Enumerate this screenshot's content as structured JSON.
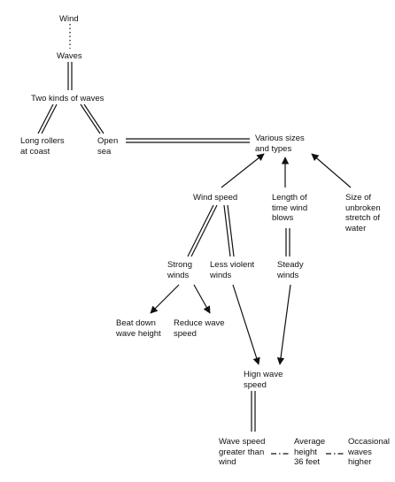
{
  "nodes": {
    "wind": "Wind",
    "waves": "Waves",
    "two_kinds": "Two kinds of waves",
    "long_rollers": "Long rollers\nat coast",
    "open_sea": "Open\nsea",
    "various_sizes": "Various sizes\nand types",
    "wind_speed": "Wind speed",
    "length_of_time": "Length of\ntime wind\nblows",
    "size_of_stretch": "Size of\nunbroken\nstretch of\nwater",
    "strong_winds": "Strong\nwinds",
    "less_violent": "Less violent\nwinds",
    "steady_winds": "Steady\nwinds",
    "beat_down": "Beat down\nwave height",
    "reduce_speed": "Reduce wave\nspeed",
    "high_wave_speed": "Hign wave\nspeed",
    "greater_than_wind": "Wave speed\ngreater than\nwind",
    "average_height": "Average\nheight\n36 feet",
    "occasional_waves": "Occasional\nwaves\nhigher"
  },
  "colors": {
    "ink": "#111111",
    "background": "#ffffff"
  }
}
